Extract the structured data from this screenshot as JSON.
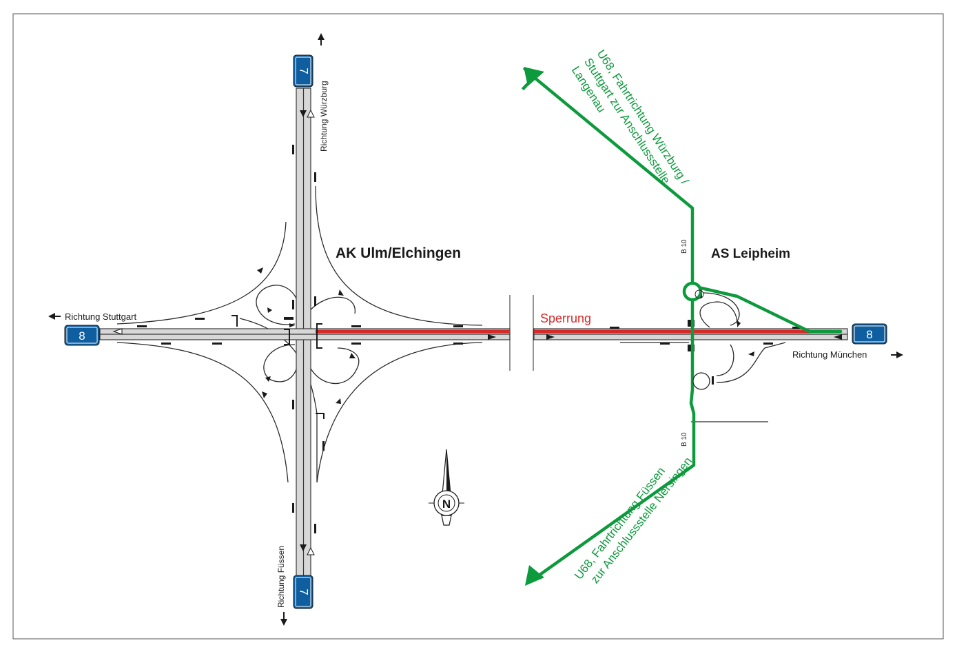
{
  "colors": {
    "road_fill": "#d7d7d7",
    "road_edge": "#3a3a3a",
    "closure": "#d42a28",
    "detour": "#0c9a3c",
    "shield": "#0f5fa0"
  },
  "interchanges": {
    "west": "AK Ulm/Elchingen",
    "east": "AS Leipheim"
  },
  "closure_label": "Sperrung",
  "directions": {
    "north": "Richtung Würzburg",
    "south": "Richtung Füssen",
    "west": "Richtung Stuttgart",
    "east": "Richtung München"
  },
  "shields": {
    "a7": "7",
    "a8": "8"
  },
  "road_labels": {
    "b10": "B 10"
  },
  "detours": {
    "north_line1": "U68, Fahrtrichtung Würzburg /",
    "north_line2": "Stuttgart zur Anschlussstelle",
    "north_line3": "Langenau",
    "south_line1": "U68, Fahrtrichtung Füssen",
    "south_line2": "zur Anschlussstelle Nersingen"
  },
  "compass": {
    "letter": "N",
    "icon": "north-arrow-icon"
  }
}
